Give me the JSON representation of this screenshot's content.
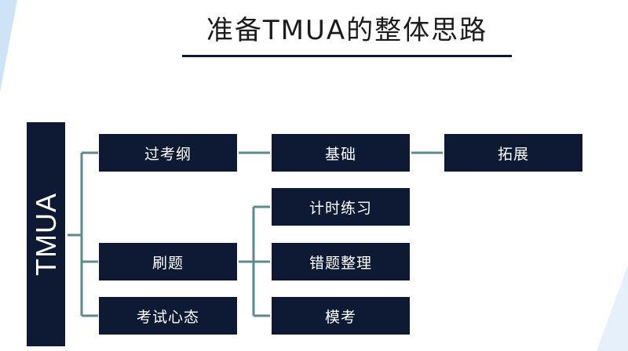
{
  "title": "准备TMUA的整体思路",
  "diagram": {
    "root": "TMUA",
    "nodes": {
      "syllabus": "过考纲",
      "basics": "基础",
      "extension": "拓展",
      "practice": "刷题",
      "timed_practice": "计时练习",
      "error_review": "错题整理",
      "mock_exam": "模考",
      "exam_mindset": "考试心态"
    }
  },
  "colors": {
    "node_fill": "#0e1a33",
    "connector": "#5f8a8b",
    "title_rule": "#0b1a33"
  }
}
